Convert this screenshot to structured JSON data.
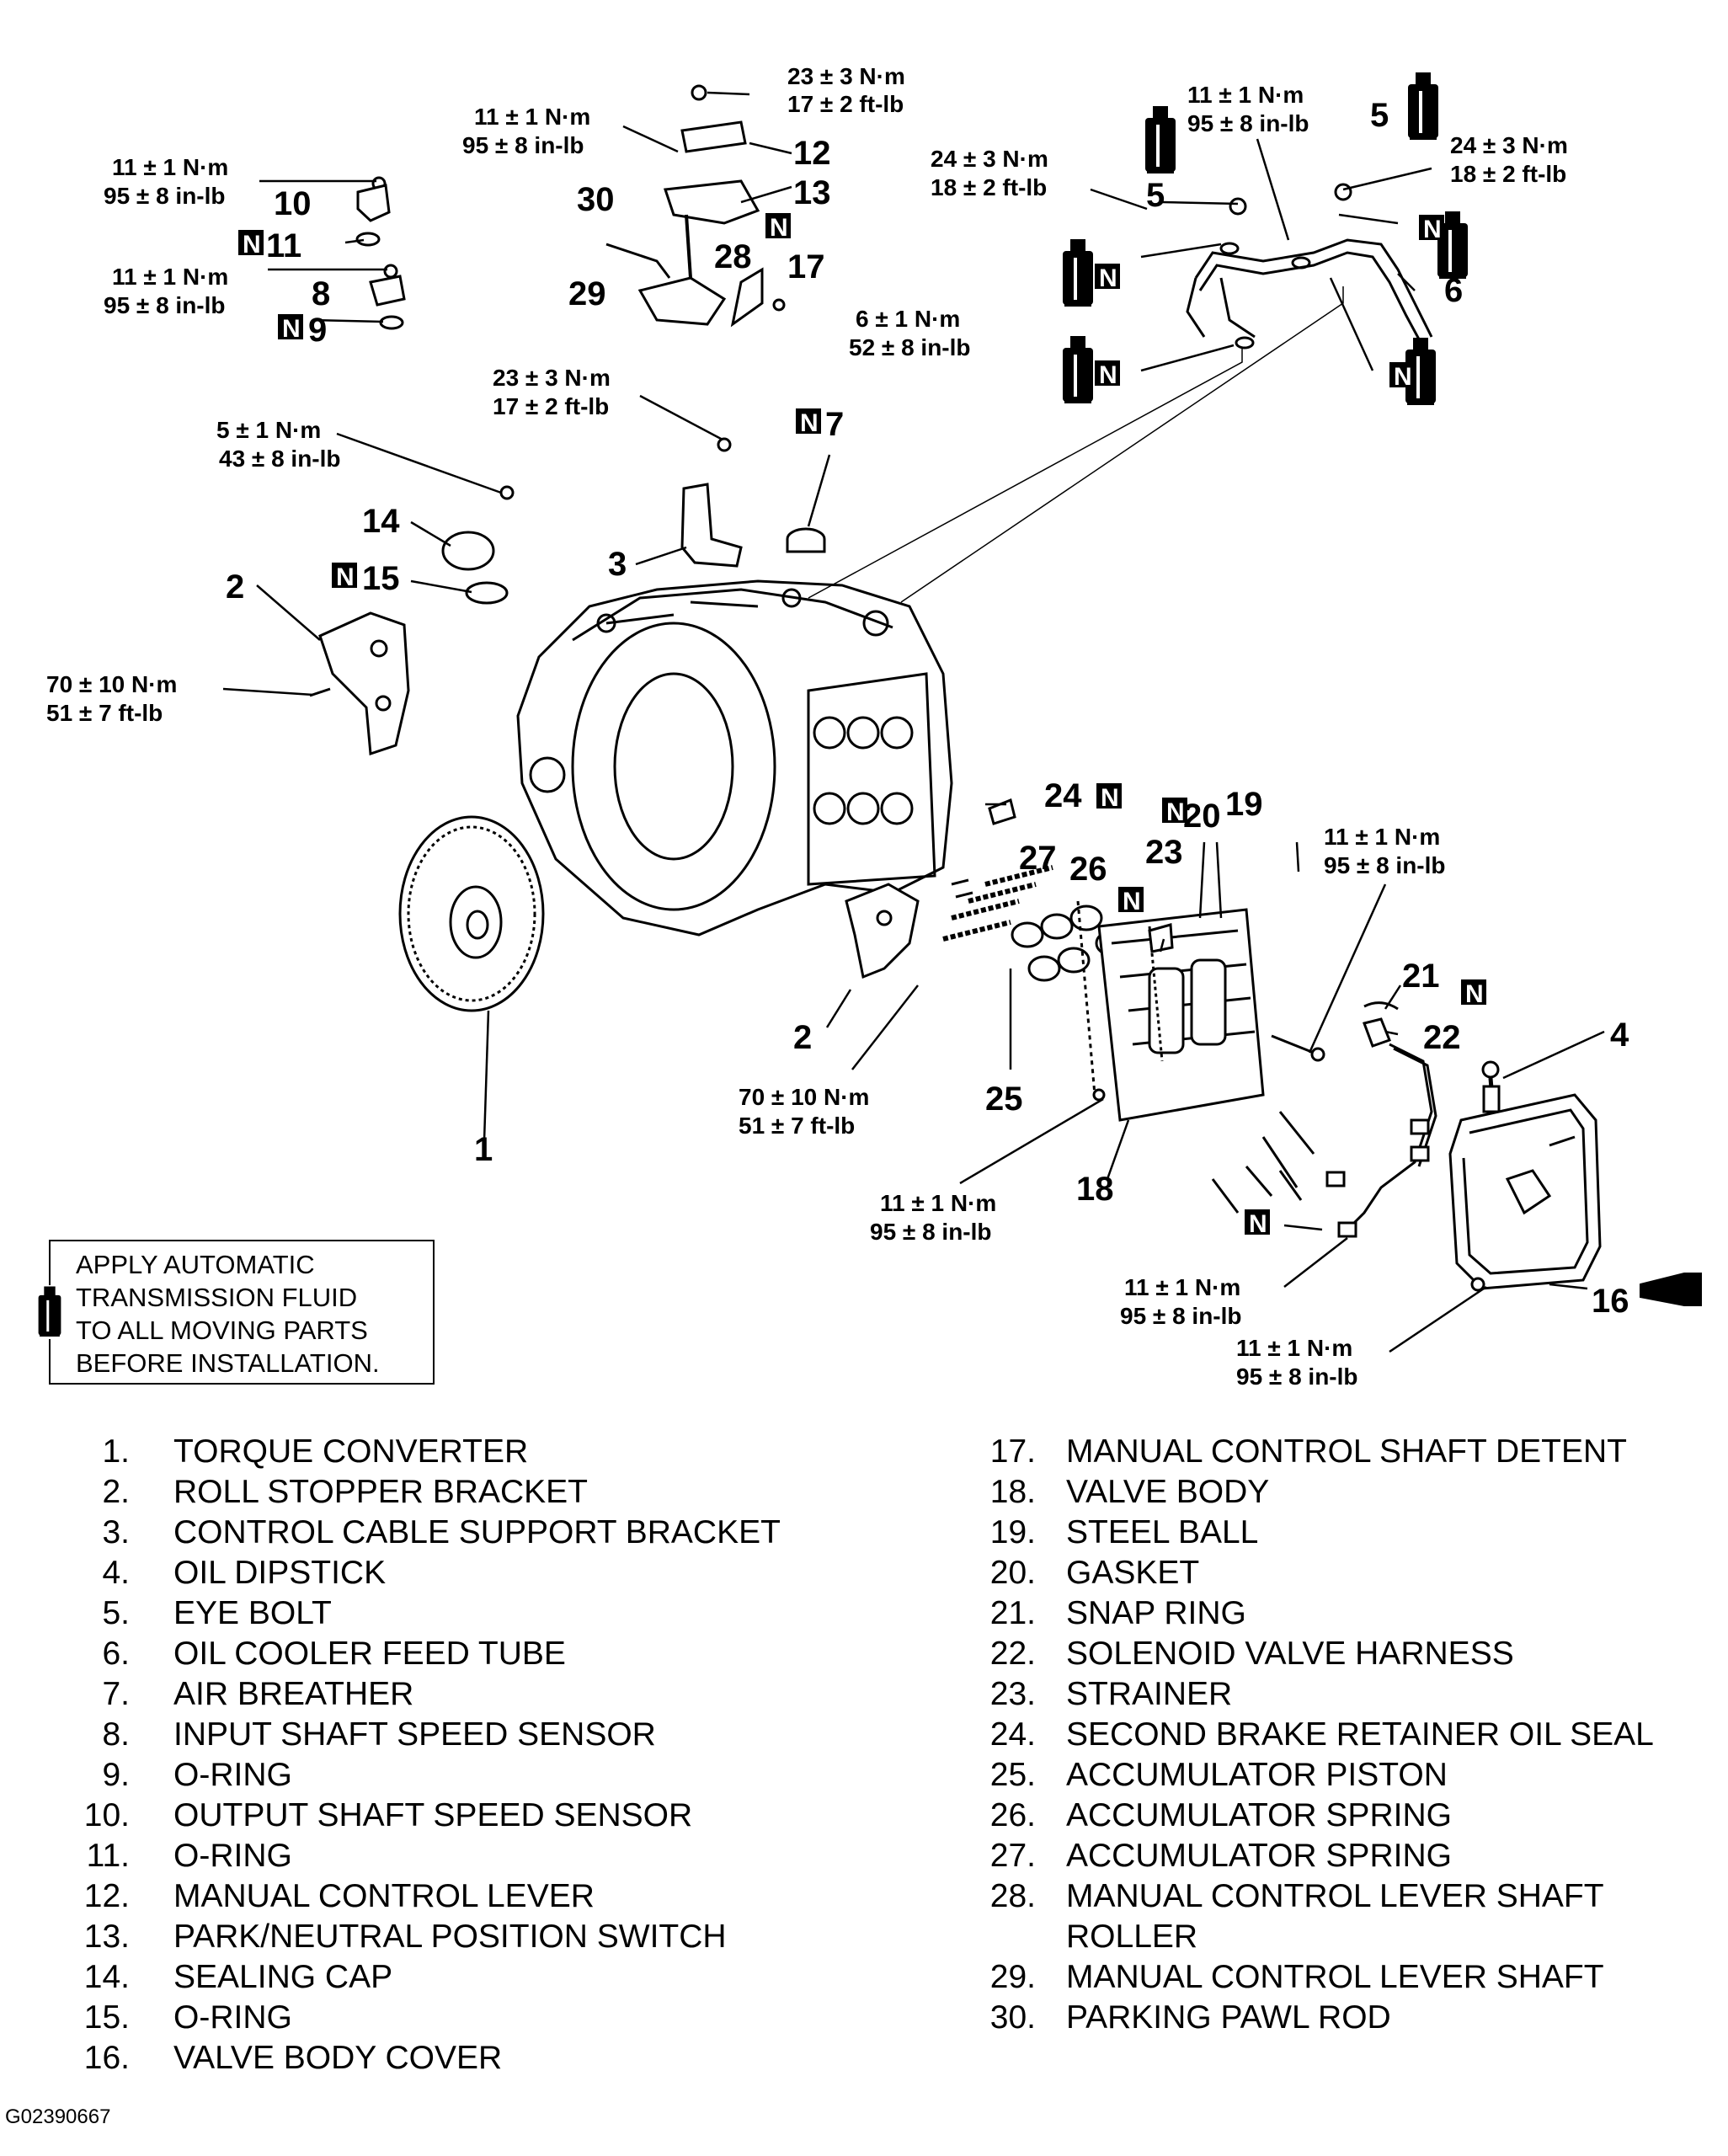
{
  "callouts": {
    "c1": "1",
    "c2a": "2",
    "c2b": "2",
    "c3": "3",
    "c4": "4",
    "c5a": "5",
    "c5b": "5",
    "c6": "6",
    "c7": "7",
    "c8": "8",
    "c9": "9",
    "c10": "10",
    "c11": "11",
    "c12": "12",
    "c13": "13",
    "c14": "14",
    "c15": "15",
    "c16": "16",
    "c17": "17",
    "c18": "18",
    "c19": "19",
    "c20": "20",
    "c21": "21",
    "c22": "22",
    "c23": "23",
    "c24": "24",
    "c25": "25",
    "c26": "26",
    "c27": "27",
    "c28": "28",
    "c29": "29",
    "c30": "30"
  },
  "new_part_marker": "N",
  "torques": {
    "t_23_3_a": [
      "23 ± 3 N·m",
      "17 ± 2 ft-lb"
    ],
    "t_11_1_top": [
      "11 ± 1 N·m",
      "95 ± 8 in-lb"
    ],
    "t_11_1_10": [
      "11 ± 1 N·m",
      "95 ± 8 in-lb"
    ],
    "t_11_1_8": [
      "11 ± 1 N·m",
      "95 ± 8 in-lb"
    ],
    "t_6_1": [
      "6 ± 1 N·m",
      "52 ± 8 in-lb"
    ],
    "t_23_3_b": [
      "23 ± 3 N·m",
      "17 ± 2 ft-lb"
    ],
    "t_5_1": [
      "5 ± 1 N·m",
      "43 ± 8 in-lb"
    ],
    "t_70_10_a": [
      "70 ± 10 N·m",
      "51 ± 7 ft-lb"
    ],
    "t_11_1_tube": [
      "11 ± 1 N·m",
      "95 ± 8 in-lb"
    ],
    "t_24_3_left": [
      "24 ± 3 N·m",
      "18 ± 2 ft-lb"
    ],
    "t_24_3_right": [
      "24 ± 3 N·m",
      "18 ± 2 ft-lb"
    ],
    "t_11_1_vb": [
      "11 ± 1 N·m",
      "95 ± 8 in-lb"
    ],
    "t_70_10_b": [
      "70 ± 10 N·m",
      "51 ± 7 ft-lb"
    ],
    "t_11_1_vb2": [
      "11 ± 1 N·m",
      "95 ± 8 in-lb"
    ],
    "t_11_1_harness": [
      "11 ± 1 N·m",
      "95 ± 8 in-lb"
    ],
    "t_11_1_cover": [
      "11 ± 1 N·m",
      "95 ± 8 in-lb"
    ]
  },
  "note": {
    "text": "APPLY AUTOMATIC\nTRANSMISSION FLUID\nTO ALL MOVING PARTS\nBEFORE INSTALLATION.",
    "icon": "atf-bottle-icon"
  },
  "legend_left": [
    {
      "num": "1.",
      "label": "TORQUE CONVERTER"
    },
    {
      "num": "2.",
      "label": "ROLL STOPPER BRACKET"
    },
    {
      "num": "3.",
      "label": "CONTROL CABLE SUPPORT BRACKET"
    },
    {
      "num": "4.",
      "label": "OIL DIPSTICK"
    },
    {
      "num": "5.",
      "label": "EYE BOLT"
    },
    {
      "num": "6.",
      "label": "OIL COOLER FEED TUBE"
    },
    {
      "num": "7.",
      "label": "AIR BREATHER"
    },
    {
      "num": "8.",
      "label": "INPUT SHAFT SPEED SENSOR"
    },
    {
      "num": "9.",
      "label": "O-RING"
    },
    {
      "num": "10.",
      "label": "OUTPUT SHAFT SPEED SENSOR"
    },
    {
      "num": "11.",
      "label": "O-RING"
    },
    {
      "num": "12.",
      "label": "MANUAL CONTROL LEVER"
    },
    {
      "num": "13.",
      "label": "PARK/NEUTRAL POSITION SWITCH"
    },
    {
      "num": "14.",
      "label": "SEALING CAP"
    },
    {
      "num": "15.",
      "label": "O-RING"
    },
    {
      "num": "16.",
      "label": "VALVE BODY COVER"
    }
  ],
  "legend_right": [
    {
      "num": "17.",
      "label": "MANUAL CONTROL SHAFT DETENT"
    },
    {
      "num": "18.",
      "label": "VALVE BODY"
    },
    {
      "num": "19.",
      "label": "STEEL BALL"
    },
    {
      "num": "20.",
      "label": "GASKET"
    },
    {
      "num": "21.",
      "label": "SNAP RING"
    },
    {
      "num": "22.",
      "label": "SOLENOID VALVE HARNESS"
    },
    {
      "num": "23.",
      "label": "STRAINER"
    },
    {
      "num": "24.",
      "label": "SECOND BRAKE RETAINER OIL SEAL"
    },
    {
      "num": "25.",
      "label": "ACCUMULATOR PISTON"
    },
    {
      "num": "26.",
      "label": "ACCUMULATOR SPRING"
    },
    {
      "num": "27.",
      "label": "ACCUMULATOR SPRING"
    },
    {
      "num": "28.",
      "label": "MANUAL CONTROL LEVER SHAFT\nROLLER"
    },
    {
      "num": "29.",
      "label": "MANUAL CONTROL LEVER SHAFT"
    },
    {
      "num": "30.",
      "label": "PARKING PAWL ROD"
    }
  ],
  "figure_id": "G02390667"
}
